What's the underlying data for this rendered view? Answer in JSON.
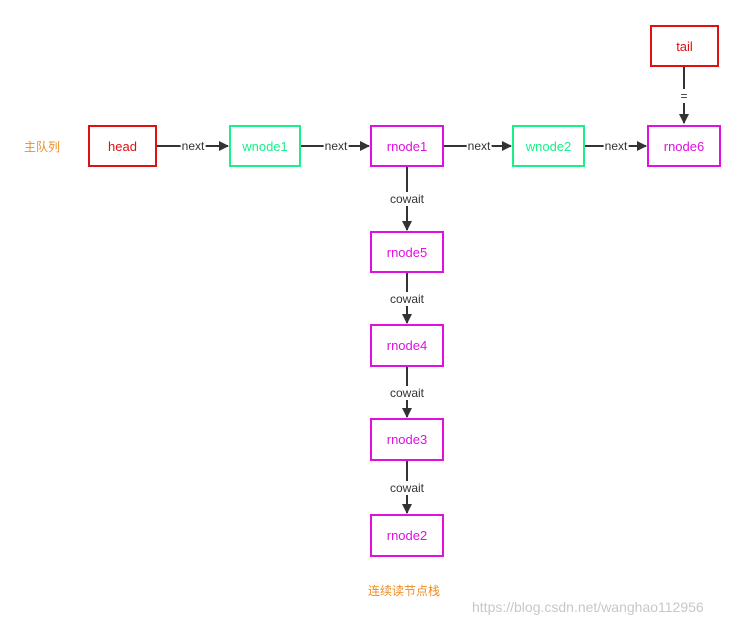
{
  "nodes": {
    "head": "head",
    "wnode1": "wnode1",
    "rnode1": "rnode1",
    "wnode2": "wnode2",
    "rnode6": "rnode6",
    "tail": "tail",
    "rnode5": "rnode5",
    "rnode4": "rnode4",
    "rnode3": "rnode3",
    "rnode2": "rnode2"
  },
  "edges": {
    "next": "next",
    "cowait": "cowait",
    "tail_link": "="
  },
  "captions": {
    "main_queue": "主队列",
    "read_stack": "连续读节点栈"
  },
  "watermark": "https://blog.csdn.net/wanghao112956",
  "colors": {
    "write_node": "#19f08a",
    "read_node": "#e010e0",
    "head_tail_node": "#e01010",
    "caption": "#f08c1e",
    "arrow": "#333333"
  }
}
